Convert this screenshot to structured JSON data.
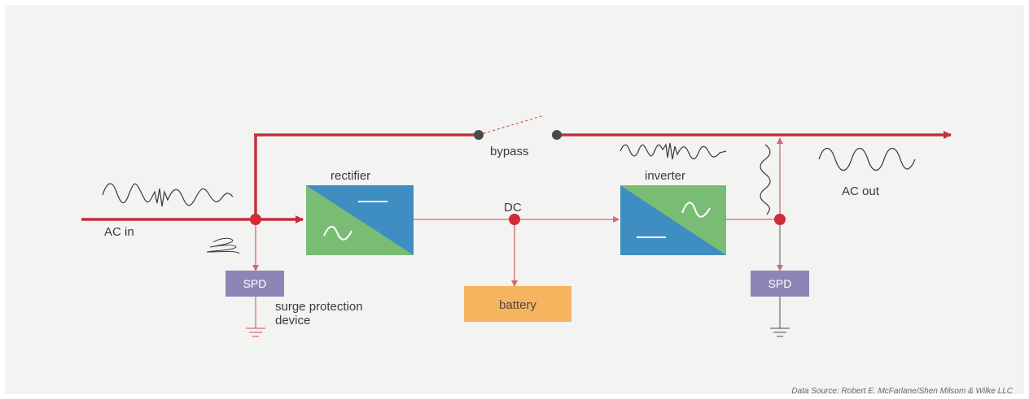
{
  "labels": {
    "ac_in": "AC in",
    "ac_out": "AC out",
    "bypass": "bypass",
    "rectifier": "rectifier",
    "inverter": "inverter",
    "dc": "DC",
    "battery": "battery",
    "spd_left": "SPD",
    "spd_right": "SPD",
    "surge_line1": "surge protection",
    "surge_line2": "device"
  },
  "source": "Data Source: Robert E. McFarlane/Shen Milsom & Wilke LLC",
  "colors": {
    "main_line": "#c4303b",
    "thin_line": "#d46a6f",
    "spd_box": "#8c86b6",
    "battery_box": "#f7b35e",
    "converter_blue": "#3f8ec2",
    "converter_green": "#79bd74",
    "node": "#d12b35",
    "switch_dot": "#4a4a4a",
    "panel_bg": "#f3f3f2"
  }
}
